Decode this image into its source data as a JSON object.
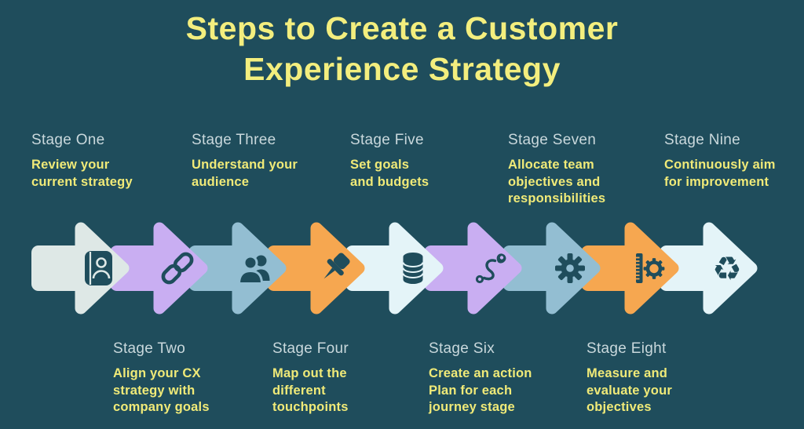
{
  "title": {
    "line1": "Steps to Create a Customer",
    "line2": "Experience Strategy"
  },
  "palette": {
    "background": "#1f4d5c",
    "title_text": "#f3ee7e",
    "stage_name_text": "#c9d8dc",
    "stage_description_text": "#f0ea78",
    "icon_color": "#1f4d5c"
  },
  "stages": [
    {
      "number": 1,
      "label": "Stage One",
      "description": "Review your\ncurrent strategy",
      "row": "top",
      "icon": "contact-book-icon",
      "arrow_color": "#dee8e6"
    },
    {
      "number": 2,
      "label": "Stage Two",
      "description": "Align your CX\nstrategy with\ncompany goals",
      "row": "bottom",
      "icon": "chain-link-icon",
      "arrow_color": "#c9aef2"
    },
    {
      "number": 3,
      "label": "Stage Three",
      "description": "Understand your\naudience",
      "row": "top",
      "icon": "users-icon",
      "arrow_color": "#93bed2"
    },
    {
      "number": 4,
      "label": "Stage Four",
      "description": "Map out the\ndifferent\ntouchpoints",
      "row": "bottom",
      "icon": "pushpin-icon",
      "arrow_color": "#f6a750"
    },
    {
      "number": 5,
      "label": "Stage Five",
      "description": "Set goals\nand budgets",
      "row": "top",
      "icon": "database-icon",
      "arrow_color": "#e4f4f8"
    },
    {
      "number": 6,
      "label": "Stage Six",
      "description": "Create an action\nPlan for each\njourney stage",
      "row": "bottom",
      "icon": "journey-route-icon",
      "arrow_color": "#c9aef2"
    },
    {
      "number": 7,
      "label": "Stage Seven",
      "description": "Allocate team\nobjectives and\nresponsibilities",
      "row": "top",
      "icon": "gear-icon",
      "arrow_color": "#93bed2"
    },
    {
      "number": 8,
      "label": "Stage Eight",
      "description": "Measure and\nevaluate your\nobjectives",
      "row": "bottom",
      "icon": "ruler-gear-icon",
      "arrow_color": "#f6a750"
    },
    {
      "number": 9,
      "label": "Stage Nine",
      "description": "Continuously aim\nfor improvement",
      "row": "top",
      "icon": "recycle-icon",
      "arrow_color": "#e4f4f8"
    }
  ]
}
